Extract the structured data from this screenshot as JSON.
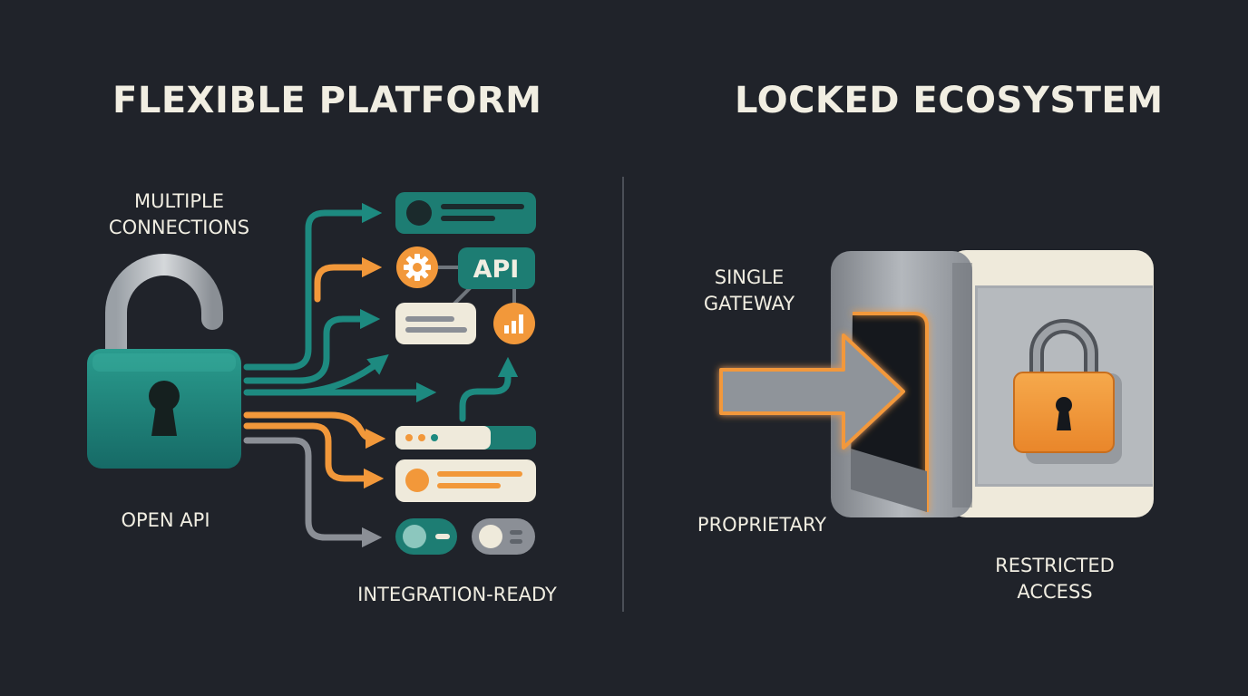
{
  "left": {
    "title": "FLEXIBLE PLATFORM",
    "label_connections": [
      "MULTIPLE",
      "CONNECTIONS"
    ],
    "label_open_api": "OPEN API",
    "label_integration": "INTEGRATION-READY",
    "api_badge": "API"
  },
  "right": {
    "title": "LOCKED ECOSYSTEM",
    "label_gateway": [
      "SINGLE",
      "GATEWAY"
    ],
    "label_proprietary": "PROPRIETARY",
    "label_restricted": [
      "RESTRICTED",
      "ACCESS"
    ]
  },
  "colors": {
    "background": "#20232a",
    "teal": "#1d8a80",
    "orange": "#f2983a",
    "gray": "#8b8f96",
    "cream": "#efeadb"
  },
  "icons": [
    "open-padlock-icon",
    "gear-icon",
    "bar-chart-icon",
    "toggle-icon",
    "closed-padlock-icon",
    "arrow-icon"
  ]
}
